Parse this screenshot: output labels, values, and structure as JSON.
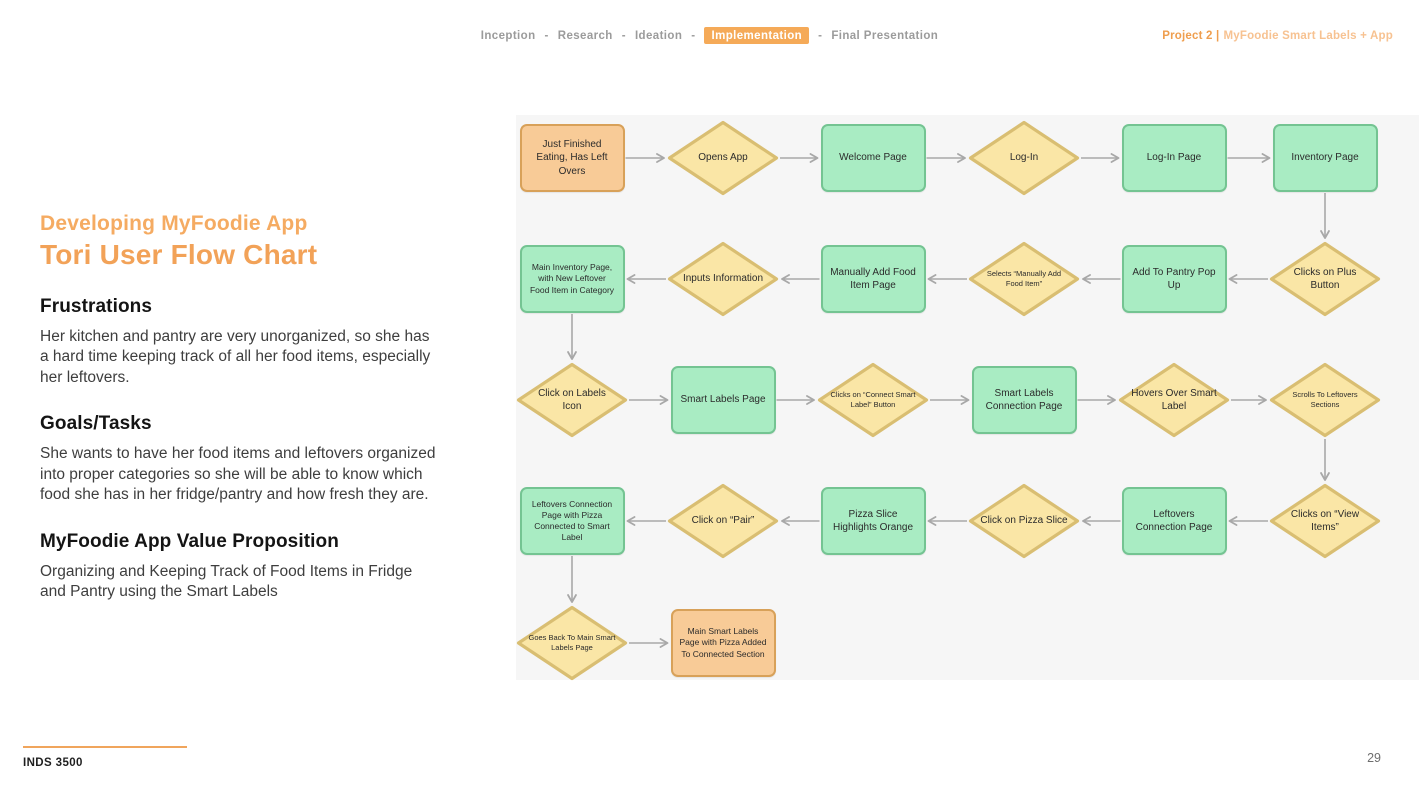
{
  "nav": {
    "items": [
      "Inception",
      "Research",
      "Ideation",
      "Implementation",
      "Final Presentation"
    ],
    "active": "Implementation",
    "separator": "-"
  },
  "project_label": {
    "prefix": "Project 2 |",
    "name": "MyFoodie Smart Labels + App"
  },
  "sidebar": {
    "subtitle": "Developing MyFoodie App",
    "title": "Tori User Flow Chart",
    "sections": [
      {
        "heading": "Frustrations",
        "body": "Her kitchen and pantry are very unorganized, so she has a hard time keeping track of all her food items, especially her leftovers."
      },
      {
        "heading": "Goals/Tasks",
        "body": "She wants to have her food items and leftovers organized into proper categories so she will be able to know which food she has in her fridge/pantry and how fresh they are."
      },
      {
        "heading": "MyFoodie App Value Proposition",
        "body": "Organizing and Keeping Track of Food Items in Fridge and Pantry using the Smart Labels"
      }
    ]
  },
  "footer": {
    "course": "INDS 3500",
    "page": "29"
  },
  "colors": {
    "accent_orange": "#f0a55c",
    "badge_orange": "#f5aa58",
    "green_fill": "#a9ecc3",
    "green_border": "#74c492",
    "yellow_fill": "#fae6a6",
    "yellow_border": "#d9be72",
    "orange_fill": "#f8cb97",
    "orange_border": "#d8a159",
    "arrow": "#a8a8a8",
    "panel_bg": "#f6f6f6"
  },
  "flowchart": {
    "nodes": [
      {
        "id": "start",
        "row": 0,
        "col": 0,
        "shape": "rect",
        "variant": "orange",
        "size": "normal",
        "label": "Just Finished Eating, Has Left Overs"
      },
      {
        "id": "opens-app",
        "row": 0,
        "col": 1,
        "shape": "diamond",
        "variant": "yellow",
        "size": "normal",
        "label": "Opens App"
      },
      {
        "id": "welcome-page",
        "row": 0,
        "col": 2,
        "shape": "rect",
        "variant": "green",
        "size": "normal",
        "label": "Welcome Page"
      },
      {
        "id": "log-in",
        "row": 0,
        "col": 3,
        "shape": "diamond",
        "variant": "yellow",
        "size": "normal",
        "label": "Log-In"
      },
      {
        "id": "log-in-page",
        "row": 0,
        "col": 4,
        "shape": "rect",
        "variant": "green",
        "size": "normal",
        "label": "Log-In Page"
      },
      {
        "id": "inventory-page",
        "row": 0,
        "col": 5,
        "shape": "rect",
        "variant": "green",
        "size": "normal",
        "label": "Inventory Page"
      },
      {
        "id": "main-inventory",
        "row": 1,
        "col": 0,
        "shape": "rect",
        "variant": "green",
        "size": "small",
        "label": "Main Inventory Page, with New Leftover Food Item in Category"
      },
      {
        "id": "inputs-information",
        "row": 1,
        "col": 1,
        "shape": "diamond",
        "variant": "yellow",
        "size": "normal",
        "label": "Inputs Information"
      },
      {
        "id": "manually-add",
        "row": 1,
        "col": 2,
        "shape": "rect",
        "variant": "green",
        "size": "normal",
        "label": "Manually Add Food Item Page"
      },
      {
        "id": "selects-manually-add",
        "row": 1,
        "col": 3,
        "shape": "diamond",
        "variant": "yellow",
        "size": "xsmall",
        "label": "Selects “Manually Add Food Item”"
      },
      {
        "id": "add-to-pantry",
        "row": 1,
        "col": 4,
        "shape": "rect",
        "variant": "green",
        "size": "normal",
        "label": "Add To Pantry Pop Up"
      },
      {
        "id": "clicks-plus",
        "row": 1,
        "col": 5,
        "shape": "diamond",
        "variant": "yellow",
        "size": "normal",
        "label": "Clicks on Plus Button"
      },
      {
        "id": "click-labels-icon",
        "row": 2,
        "col": 0,
        "shape": "diamond",
        "variant": "yellow",
        "size": "normal",
        "label": "Click on Labels Icon"
      },
      {
        "id": "smart-labels-page",
        "row": 2,
        "col": 1,
        "shape": "rect",
        "variant": "green",
        "size": "normal",
        "label": "Smart Labels Page"
      },
      {
        "id": "clicks-connect-smart",
        "row": 2,
        "col": 2,
        "shape": "diamond",
        "variant": "yellow",
        "size": "xsmall",
        "label": "Clicks on “Connect Smart Label” Button"
      },
      {
        "id": "smart-labels-connection",
        "row": 2,
        "col": 3,
        "shape": "rect",
        "variant": "green",
        "size": "normal",
        "label": "Smart Labels Connection Page"
      },
      {
        "id": "hovers-over",
        "row": 2,
        "col": 4,
        "shape": "diamond",
        "variant": "yellow",
        "size": "normal",
        "label": "Hovers Over Smart Label"
      },
      {
        "id": "scrolls-leftovers",
        "row": 2,
        "col": 5,
        "shape": "diamond",
        "variant": "yellow",
        "size": "xsmall",
        "label": "Scrolls To Leftovers Sections"
      },
      {
        "id": "leftovers-pizza",
        "row": 3,
        "col": 0,
        "shape": "rect",
        "variant": "green",
        "size": "small",
        "label": "Leftovers Connection Page with Pizza Connected to Smart Label"
      },
      {
        "id": "click-pair",
        "row": 3,
        "col": 1,
        "shape": "diamond",
        "variant": "yellow",
        "size": "normal",
        "label": "Click on “Pair”"
      },
      {
        "id": "pizza-highlights",
        "row": 3,
        "col": 2,
        "shape": "rect",
        "variant": "green",
        "size": "normal",
        "label": "Pizza Slice Highlights Orange"
      },
      {
        "id": "click-pizza-slice",
        "row": 3,
        "col": 3,
        "shape": "diamond",
        "variant": "yellow",
        "size": "normal",
        "label": "Click on Pizza Slice"
      },
      {
        "id": "leftovers-connection",
        "row": 3,
        "col": 4,
        "shape": "rect",
        "variant": "green",
        "size": "normal",
        "label": "Leftovers Connection Page"
      },
      {
        "id": "clicks-view-items",
        "row": 3,
        "col": 5,
        "shape": "diamond",
        "variant": "yellow",
        "size": "normal",
        "label": "Clicks on “View Items”"
      },
      {
        "id": "goes-back",
        "row": 4,
        "col": 0,
        "shape": "diamond",
        "variant": "yellow",
        "size": "xsmall",
        "label": "Goes Back To Main Smart Labels Page"
      },
      {
        "id": "final-page",
        "row": 4,
        "col": 1,
        "shape": "rect",
        "variant": "orange",
        "size": "small",
        "label": "Main Smart Labels Page with Pizza Added To Connected Section"
      }
    ],
    "edges": [
      {
        "from": "start",
        "to": "opens-app"
      },
      {
        "from": "opens-app",
        "to": "welcome-page"
      },
      {
        "from": "welcome-page",
        "to": "log-in"
      },
      {
        "from": "log-in",
        "to": "log-in-page"
      },
      {
        "from": "log-in-page",
        "to": "inventory-page"
      },
      {
        "from": "inventory-page",
        "to": "clicks-plus"
      },
      {
        "from": "clicks-plus",
        "to": "add-to-pantry"
      },
      {
        "from": "add-to-pantry",
        "to": "selects-manually-add"
      },
      {
        "from": "selects-manually-add",
        "to": "manually-add"
      },
      {
        "from": "manually-add",
        "to": "inputs-information"
      },
      {
        "from": "inputs-information",
        "to": "main-inventory"
      },
      {
        "from": "main-inventory",
        "to": "click-labels-icon"
      },
      {
        "from": "click-labels-icon",
        "to": "smart-labels-page"
      },
      {
        "from": "smart-labels-page",
        "to": "clicks-connect-smart"
      },
      {
        "from": "clicks-connect-smart",
        "to": "smart-labels-connection"
      },
      {
        "from": "smart-labels-connection",
        "to": "hovers-over"
      },
      {
        "from": "hovers-over",
        "to": "scrolls-leftovers"
      },
      {
        "from": "scrolls-leftovers",
        "to": "clicks-view-items"
      },
      {
        "from": "clicks-view-items",
        "to": "leftovers-connection"
      },
      {
        "from": "leftovers-connection",
        "to": "click-pizza-slice"
      },
      {
        "from": "click-pizza-slice",
        "to": "pizza-highlights"
      },
      {
        "from": "pizza-highlights",
        "to": "click-pair"
      },
      {
        "from": "click-pair",
        "to": "leftovers-pizza"
      },
      {
        "from": "leftovers-pizza",
        "to": "goes-back"
      },
      {
        "from": "goes-back",
        "to": "final-page"
      }
    ]
  }
}
